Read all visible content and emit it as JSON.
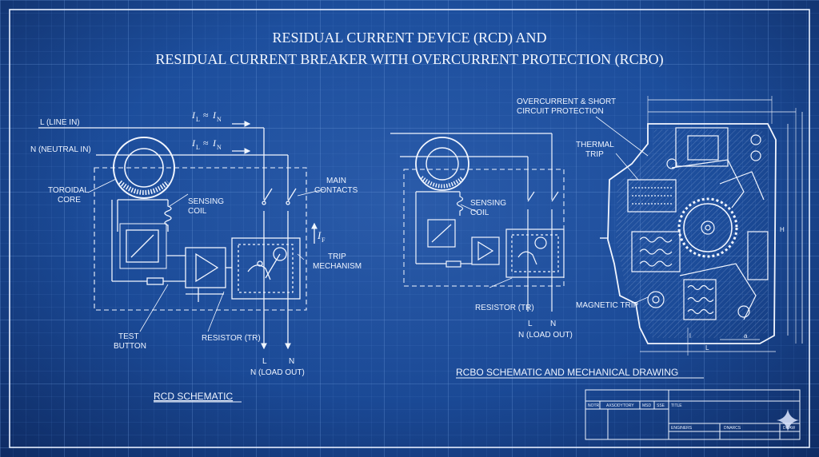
{
  "title": {
    "line1": "RESIDUAL CURRENT DEVICE (RCD) AND",
    "line2": "RESIDUAL CURRENT BREAKER WITH OVERCURRENT PROTECTION (RCBO)"
  },
  "rcd": {
    "line_in": "L (LINE IN)",
    "neutral_in": "N (NEUTRAL IN)",
    "il_eq": "I",
    "il_sub": "L",
    "approx": "≈",
    "in_eq": "I",
    "in_sub": "N",
    "toroidal_core": [
      "TOROIDAL",
      "CORE"
    ],
    "sensing_coil": [
      "SENSING",
      "COIL"
    ],
    "main_contacts": [
      "MAIN",
      "CONTACTS"
    ],
    "if_label": "I",
    "if_sub": "F",
    "trip_mechanism": [
      "TRIP",
      "MECHANISM"
    ],
    "test_button": [
      "TEST",
      "BUTTON"
    ],
    "resistor": "RESISTOR (TR)",
    "out_l": "L",
    "out_n": "N",
    "load_out": "N (LOAD OUT)",
    "caption": "RCD SCHEMATIC"
  },
  "rcbo": {
    "sensing_coil": [
      "SENSING",
      "COIL"
    ],
    "resistor": "RESISTOR (TR)",
    "out_l": "L",
    "out_n": "N",
    "load_out": "N (LOAD OUT)",
    "overcurrent": [
      "OVERCURRENT & SHORT",
      "CIRCUIT PROTECTION"
    ],
    "thermal_trip": [
      "THERMAL",
      "TRIP"
    ],
    "magnetic_trip": "MAGNETIC TRIP",
    "dim_h": "H",
    "dim_l": "L",
    "dim_a": "a",
    "dim_l2": "l",
    "caption": "RCBO SCHEMATIC AND MECHANICAL DRAWING"
  },
  "title_block": {
    "cells": [
      "NOTR",
      "AXSODYTORY",
      "MSD",
      "SSE",
      "TITLE",
      "ENGINERS",
      "DNARCS",
      "DRAW"
    ]
  }
}
